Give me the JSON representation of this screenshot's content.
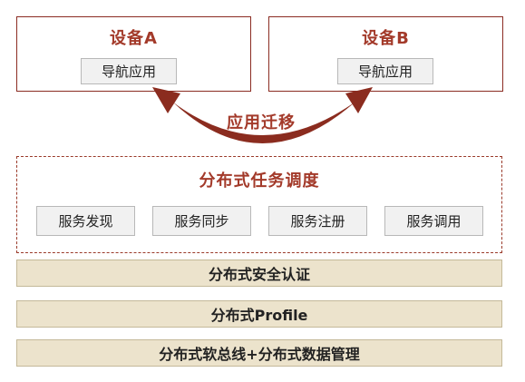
{
  "devices": [
    {
      "title": "设备A",
      "app_label": "导航应用"
    },
    {
      "title": "设备B",
      "app_label": "导航应用"
    }
  ],
  "migration_label": "应用迁移",
  "scheduler": {
    "title": "分布式任务调度",
    "services": [
      "服务发现",
      "服务同步",
      "服务注册",
      "服务调用"
    ]
  },
  "layers": [
    "分布式安全认证",
    "分布式Profile",
    "分布式软总线+分布式数据管理"
  ],
  "colors": {
    "accent": "#a33a2a",
    "arrow": "#8b2c1f",
    "layer_fill": "#ece3cc",
    "box_fill": "#f1f1f1"
  }
}
